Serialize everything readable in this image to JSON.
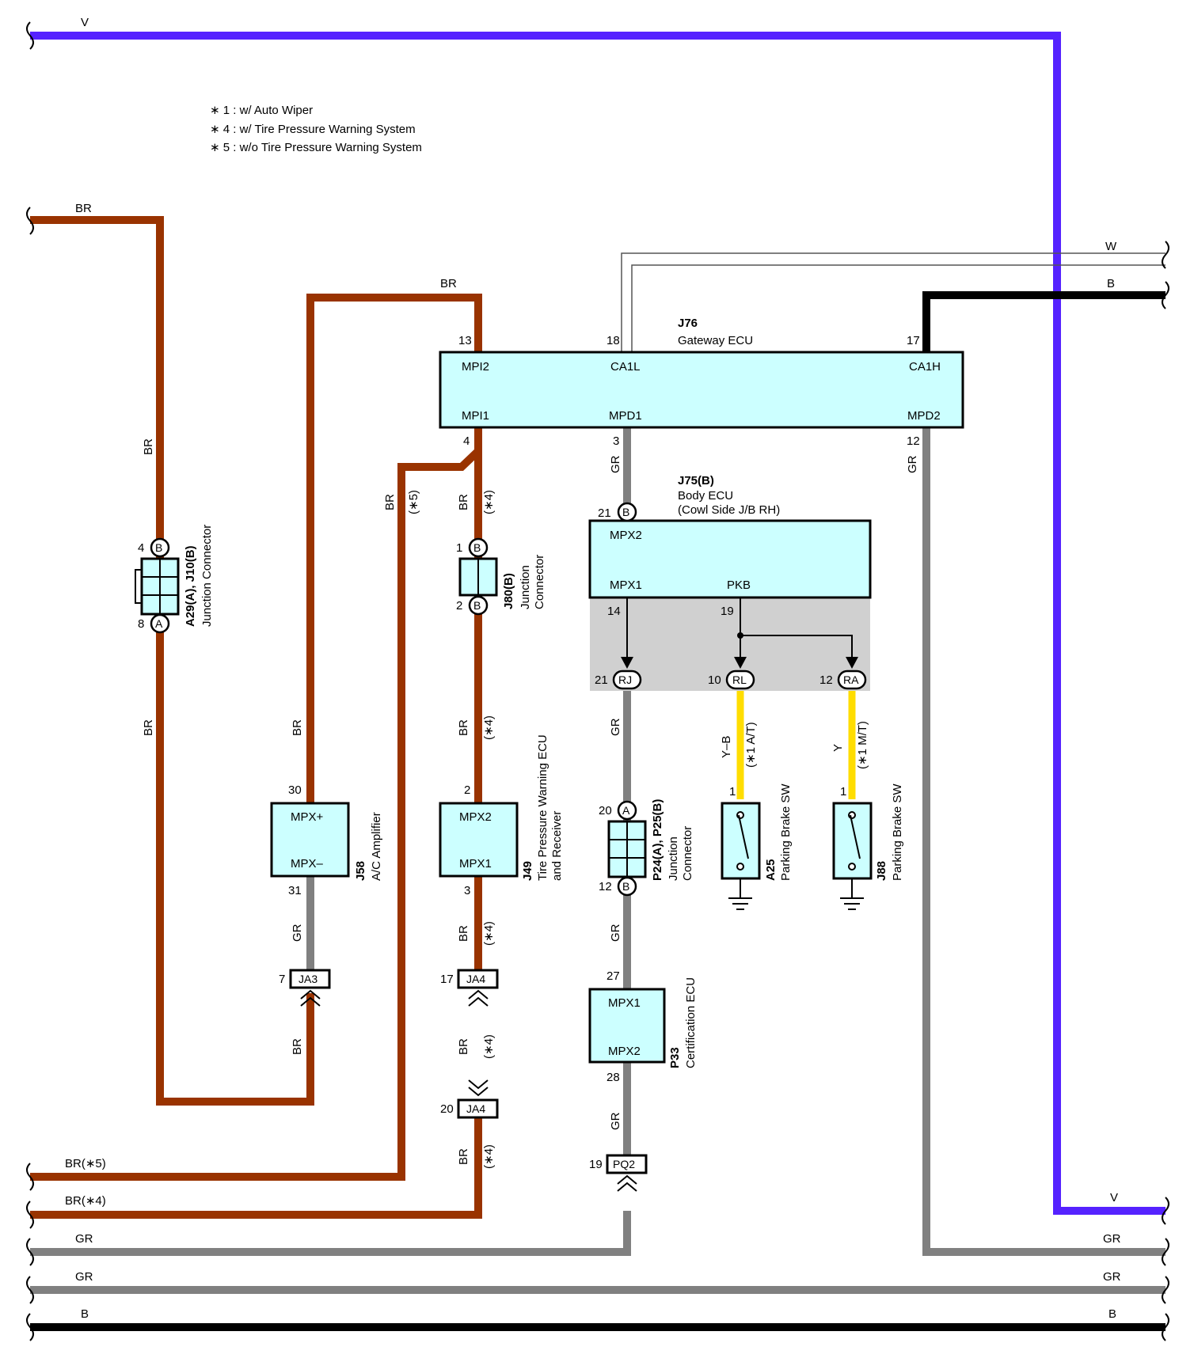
{
  "notes": [
    "∗ 1 : w/ Auto Wiper",
    "∗ 4 : w/ Tire Pressure Warning System",
    "∗ 5 : w/o Tire Pressure Warning System"
  ],
  "wires": {
    "v_top": "V",
    "br_left": "BR",
    "br_top": "BR",
    "w": "W",
    "b_right": "B",
    "br_vert1": "BR",
    "br_vert2": "BR",
    "br5_vert": "BR",
    "br5_note": "(∗5)",
    "br4_vert": "BR",
    "br4_note": "(∗4)",
    "gr3": "GR",
    "gr12": "GR",
    "br30": "BR",
    "br4b": "BR",
    "br4b_note": "(∗4)",
    "gr_rj": "GR",
    "yb": "Y–B",
    "yb_note": "(∗1 A/T)",
    "y": "Y",
    "y_note": "(∗1 M/T)",
    "gr31": "GR",
    "br_ja4": "BR",
    "br_ja4_note": "(∗4)",
    "gr_p24": "GR",
    "br_ja3": "BR",
    "br_ja4b": "BR",
    "br_ja4b_note": "(∗4)",
    "gr_p33": "GR",
    "br_bot": "BR",
    "br_bot_note": "(∗4)",
    "bot_br5": "BR(∗5)",
    "bot_br4": "BR(∗4)",
    "v_bot": "V",
    "gr_bot1_l": "GR",
    "gr_bot1_r": "GR",
    "gr_bot2_l": "GR",
    "gr_bot2_r": "GR",
    "b_bot_l": "B",
    "b_bot_r": "B"
  },
  "gateway": {
    "id": "J76",
    "name": "Gateway ECU",
    "pins": {
      "mpi2": "MPI2",
      "ca1l": "CA1L",
      "ca1h": "CA1H",
      "mpi1": "MPI1",
      "mpd1": "MPD1",
      "mpd2": "MPD2"
    },
    "nums": {
      "p13": "13",
      "p18": "18",
      "p17": "17",
      "p4": "4",
      "p3": "3",
      "p12": "12"
    }
  },
  "body_ecu": {
    "id": "J75(B)",
    "name": "Body ECU",
    "sub": "(Cowl Side J/B RH)",
    "pins": {
      "mpx2": "MPX2",
      "mpx1": "MPX1",
      "pkb": "PKB"
    },
    "nums": {
      "p21": "21",
      "p14": "14",
      "p19": "19",
      "rj_num": "21",
      "rl_num": "10",
      "ra_num": "12"
    },
    "conn": {
      "b": "B",
      "rj": "RJ",
      "rl": "RL",
      "ra": "RA"
    }
  },
  "jc_a29": {
    "id": "A29(A), J10(B)",
    "name": "Junction Connector",
    "n4": "4",
    "n8": "8",
    "b": "B",
    "a": "A"
  },
  "jc_j80": {
    "id": "J80(B)",
    "name1": "Junction",
    "name2": "Connector",
    "n1": "1",
    "n2": "2",
    "b": "B"
  },
  "ac_amp": {
    "id": "J58",
    "name": "A/C Amplifier",
    "p_plus": "MPX+",
    "p_minus": "MPX–",
    "n30": "30",
    "n31": "31"
  },
  "tpw": {
    "id": "J49",
    "name1": "Tire Pressure Warning ECU",
    "name2": "and Receiver",
    "p2l": "MPX2",
    "p1l": "MPX1",
    "n2": "2",
    "n3": "3"
  },
  "jc_p24": {
    "id": "P24(A), P25(B)",
    "name1": "Junction",
    "name2": "Connector",
    "n20": "20",
    "n12": "12",
    "a": "A",
    "b": "B"
  },
  "a25": {
    "id": "A25",
    "name": "Parking Brake SW",
    "n1": "1"
  },
  "j88": {
    "id": "J88",
    "name": "Parking Brake SW",
    "n1": "1"
  },
  "cert": {
    "id": "P33",
    "name": "Certification ECU",
    "p1": "MPX1",
    "p2": "MPX2",
    "n27": "27",
    "n28": "28"
  },
  "inline": {
    "ja3": "JA3",
    "ja3_n": "7",
    "ja4a": "JA4",
    "ja4a_n": "17",
    "ja4b": "JA4",
    "ja4b_n": "20",
    "pq2": "PQ2",
    "pq2_n": "19"
  }
}
